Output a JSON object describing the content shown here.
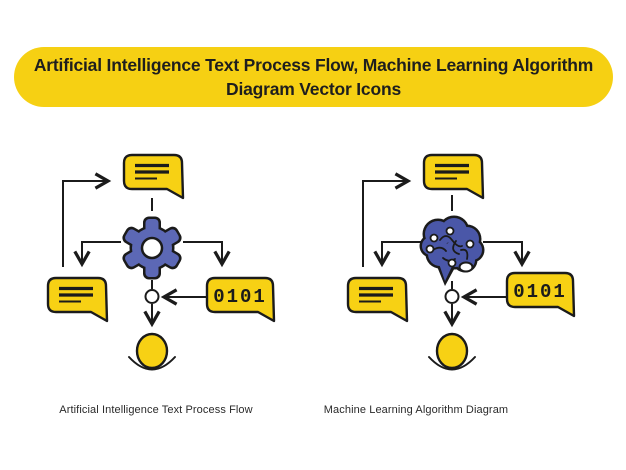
{
  "banner": {
    "title": "Artificial Intelligence Text Process Flow, Machine Learning Algorithm Diagram Vector Icons"
  },
  "diagrams": [
    {
      "caption": "Artificial Intelligence Text Process Flow",
      "center_icon": "gear",
      "binary_label": "0101"
    },
    {
      "caption": "Machine Learning Algorithm Diagram",
      "center_icon": "brain",
      "binary_label": "0101"
    }
  ],
  "colors": {
    "banner_yellow": "#F6D013",
    "icon_yellow": "#F7D114",
    "gear_blue": "#5C68B5",
    "brain_blue": "#4A57A8",
    "outline_black": "#1B1B1B",
    "text_black": "#1E1E1E"
  }
}
